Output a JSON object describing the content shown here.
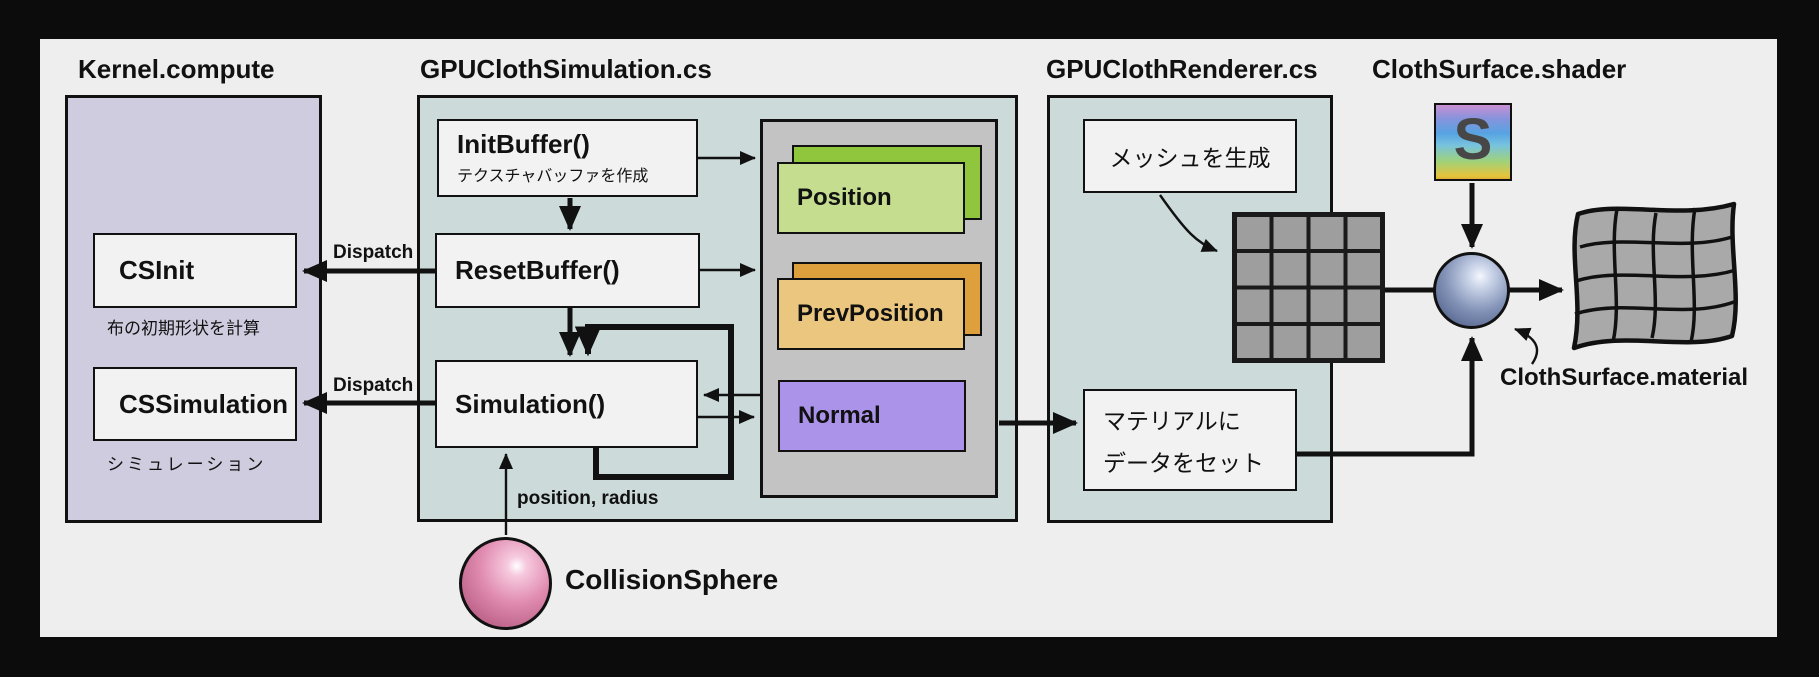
{
  "colors": {
    "canvas_bg": "#eeeeee",
    "frame": "#0c0c0c",
    "kernel_fill": "#cfccdf",
    "script_fill": "#ccdbda",
    "renderer_fill": "#ccdbda",
    "panel_fill": "#c3c3c3",
    "box_fill": "#f2f2f2",
    "position_front": "#c5dd8f",
    "position_back": "#8fc63e",
    "prevposition_front": "#eac67e",
    "prevposition_back": "#dda03d",
    "normal_fill": "#ab93ea",
    "grid_fill": "#9e9e9e",
    "cloth_fill": "#a9a9a9",
    "collision_sphere": "#e08bb0",
    "material_sphere": "#8494b8"
  },
  "kernel": {
    "title": "Kernel.compute",
    "cs_init": "CSInit",
    "cs_init_note": "布の初期形状を計算",
    "cs_simulation": "CSSimulation",
    "cs_simulation_note": "シミュレーション"
  },
  "simulation": {
    "title": "GPUClothSimulation.cs",
    "init_buffer": "InitBuffer()",
    "init_buffer_note": "テクスチャバッファを作成",
    "reset_buffer": "ResetBuffer()",
    "simulation_fn": "Simulation()",
    "dispatch_1": "Dispatch",
    "dispatch_2": "Dispatch",
    "buffers": [
      {
        "label": "Position"
      },
      {
        "label": "PrevPosition"
      },
      {
        "label": "Normal"
      }
    ]
  },
  "renderer": {
    "title": "GPUClothRenderer.cs",
    "generate_mesh": "メッシュを生成",
    "set_material_line1": "マテリアルに",
    "set_material_line2": "データをセット"
  },
  "shader": {
    "title": "ClothSurface.shader",
    "icon_letter": "S",
    "material_label": "ClothSurface.material"
  },
  "collision": {
    "label": "CollisionSphere",
    "params_label": "position, radius"
  }
}
